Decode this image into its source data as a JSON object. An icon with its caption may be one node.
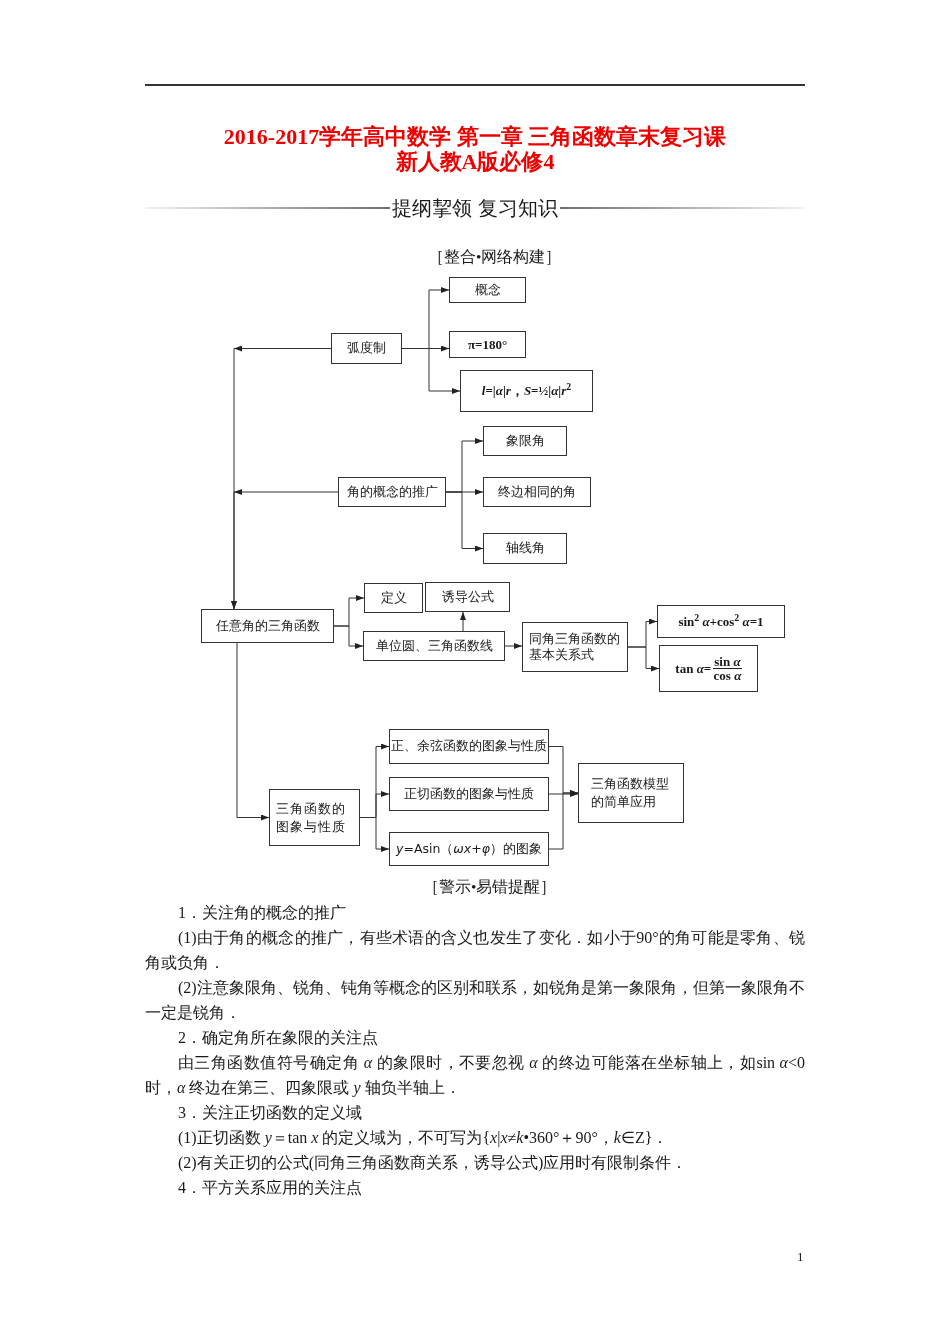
{
  "diagram": {
    "title": "2016-2017学年高中数学 第一章 三角函数章末复习课新人教A版必修4",
    "nodes": [
      {
        "text": [
          "概念"
        ]
      },
      {
        "text": [
          "弧度制"
        ]
      },
      {
        "text": [
          "π=180°"
        ]
      },
      {
        "text": [
          "*l*=|*α*|*r*，*S*=½|*α*|*r*$^{2}$"
        ]
      },
      {
        "text": [
          "象限角"
        ]
      },
      {
        "text": [
          "角的概念的推广"
        ]
      },
      {
        "text": [
          "终边相同的角"
        ]
      },
      {
        "text": [
          "轴线角"
        ]
      },
      {
        "text": [
          "定义"
        ]
      },
      {
        "text": [
          "诱导公式"
        ]
      },
      {
        "text": [
          "任意角的三角函数"
        ]
      },
      {
        "text": [
          "单位圆、三角函数线"
        ]
      },
      {
        "text": [
          "同角三角函数的基本关系式"
        ]
      },
      {
        "text": [
          "sin$^{2}$ *α*+cos$^{2}$ *α*=1"
        ]
      },
      {
        "text": [
          "tan *α*=",
          "sin *α*",
          "cos *α*"
        ]
      },
      {
        "text": [
          "正、余弦函数的图象与性质"
        ]
      },
      {
        "text": [
          "正切函数的图象与性质"
        ]
      },
      {
        "text": [
          "三角函数模型的简单应用"
        ]
      },
      {
        "text": [
          "三角函数的图象与性质"
        ]
      },
      {
        "text": [
          "*y*=Asin（*ωx*+*φ*）的图象"
        ]
      }
    ],
    "edges": [
      {
        "from": 1,
        "to": 0,
        "arrow": "to"
      },
      {
        "from": 1,
        "to": 2,
        "arrow": "to"
      },
      {
        "from": 1,
        "to": 3,
        "arrow": "to"
      },
      {
        "from": 1,
        "to": 10,
        "arrow": "to"
      },
      {
        "from": 5,
        "to": 4,
        "arrow": "to"
      },
      {
        "from": 5,
        "to": 6,
        "arrow": "to"
      },
      {
        "from": 5,
        "to": 7,
        "arrow": "to"
      },
      {
        "from": 5,
        "to": 10,
        "arrow": "to"
      },
      {
        "from": 10,
        "to": 8,
        "arrow": "to"
      },
      {
        "from": 10,
        "to": 11,
        "arrow": "to"
      },
      {
        "from": 11,
        "to": 9,
        "arrow": "to"
      },
      {
        "from": 11,
        "to": 12,
        "arrow": "to"
      },
      {
        "from": 12,
        "to": 13,
        "arrow": "to"
      },
      {
        "from": 12,
        "to": 14,
        "arrow": "to"
      },
      {
        "from": 10,
        "to": 18,
        "arrow": "to"
      },
      {
        "from": 18,
        "to": 15,
        "arrow": "to"
      },
      {
        "from": 18,
        "to": 16,
        "arrow": "to"
      },
      {
        "from": 18,
        "to": 19,
        "arrow": "to"
      },
      {
        "from": 15,
        "to": 17,
        "arrow": "to"
      },
      {
        "from": 16,
        "to": 17,
        "arrow": "to"
      },
      {
        "from": 19,
        "to": 17,
        "arrow": "to"
      }
    ],
    "labels": [
      "提纲挈领 复习知识",
      "［整合•网络构建］",
      "［警示•易错提醒］",
      "1．关注角的概念的推广",
      "(1)由于角的概念的推广，有些术语的含义也发生了变化．如小于90°的角可能是零角、锐角或负角．",
      "(2)注意象限角、锐角、钝角等概念的区别和联系，如锐角是第一象限角，但第一象限角不一定是锐角．",
      "2．确定角所在象限的关注点",
      "由三角函数值符号确定角 *α* 的象限时，不要忽视 *α* 的终边可能落在坐标轴上，如sin *α*<0时，*α* 终边在第三、四象限或 *y* 轴负半轴上．",
      "3．关注正切函数的定义域",
      "(1)正切函数 *y*＝tan *x* 的定义域为，不可写为{*x*|*x*≠*k*•360°＋90°，*k*∈Z}．",
      "(2)有关正切的公式(同角三角函数商关系，诱导公式)应用时有限制条件．",
      "4．平方关系应用的关注点",
      "1"
    ]
  }
}
